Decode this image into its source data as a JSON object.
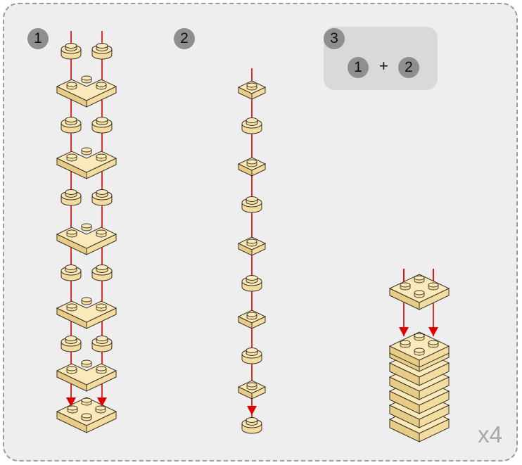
{
  "steps": {
    "step1_label": "1",
    "step2_label": "2",
    "step3_label": "3",
    "step3_formula": {
      "left": "1",
      "operator": "+",
      "right": "2"
    }
  },
  "multiplier": "x4",
  "colors": {
    "brick": "#f3dca0",
    "brick_top": "#f9e9bb",
    "brick_edge": "#3a3121",
    "arrow": "#e00000",
    "badge": "#8f8f8f",
    "frame_bg": "#eeeeee",
    "frame_border": "#9a9a9a"
  }
}
